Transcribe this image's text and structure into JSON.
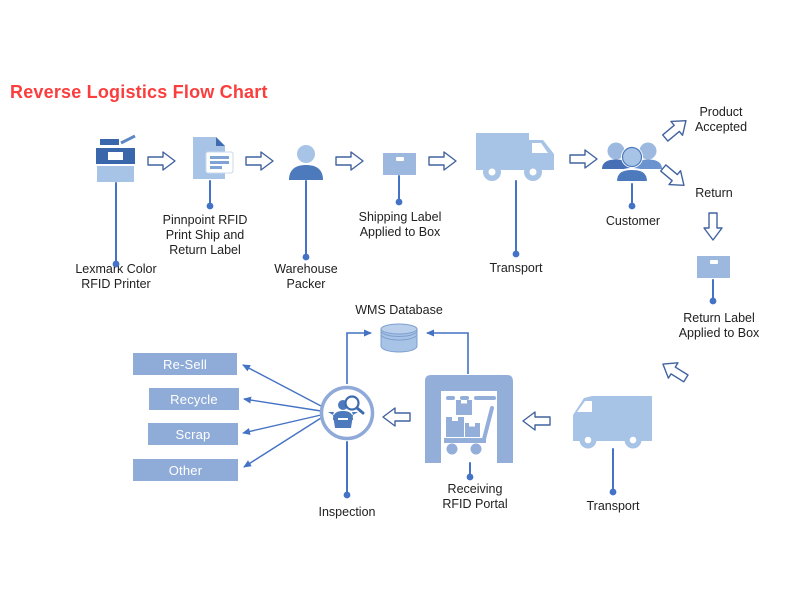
{
  "title": "Reverse Logistics Flow Chart",
  "colors": {
    "title_red": "#fa3e3e",
    "icon_light_blue": "#a7c3e5",
    "icon_medium_blue": "#93aed9",
    "icon_dark_blue": "#4d7abd",
    "connector_blue": "#4472c4",
    "arrow_outline": "#41639f",
    "category_box_fill": "#8fabd8"
  },
  "labels": {
    "printer": "Lexmark Color\nRFID Printer",
    "rfid_doc": "Pinnpoint RFID\nPrint Ship and\nReturn Label",
    "packer": "Warehouse\nPacker",
    "shipping_box": "Shipping Label\nApplied to Box",
    "transport_outbound": "Transport",
    "customer": "Customer",
    "product_accepted": "Product\nAccepted",
    "return": "Return",
    "return_box": "Return Label\nApplied to Box",
    "transport_return": "Transport",
    "rfid_portal": "Receiving\nRFID Portal",
    "inspection": "Inspection",
    "wms_database": "WMS Database",
    "dispositions": [
      "Re-Sell",
      "Recycle",
      "Scrap",
      "Other"
    ]
  }
}
